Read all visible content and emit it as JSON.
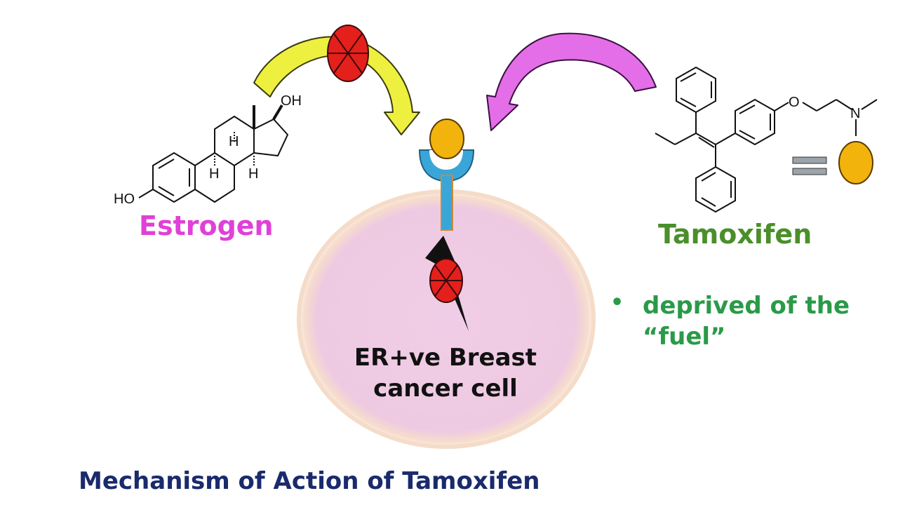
{
  "colors": {
    "estrogen": "#e040d8",
    "tamoxifen": "#4a8f2a",
    "bullet_text": "#2a9a48",
    "title": "#1a2a6c",
    "cell_fill": "#f0cde6",
    "cell_rim": "#f6dccc",
    "receptor": "#3aa6d8",
    "ligand": "#f2b40c",
    "block": "#e4201c",
    "arrow_yellow": "#eef040",
    "arrow_magenta": "#e36ee8"
  },
  "labels": {
    "estrogen": "Estrogen",
    "tamoxifen": "Tamoxifen",
    "cell_line1": "ER+ve Breast",
    "cell_line2": "cancer cell",
    "bullet_symbol": "•",
    "bullet_line1": "deprived of the",
    "bullet_line2": "“fuel”",
    "title": "Mechanism of Action of Tamoxifen"
  },
  "estrogen_structure": {
    "oh_top": "OH",
    "ho_left": "HO",
    "h_labels": [
      "H",
      "H",
      "H"
    ]
  },
  "tamoxifen_structure": {
    "oxygen": "O",
    "nitrogen": "N"
  },
  "icons": [
    "blocked-x-icon",
    "equivalence-sign-icon",
    "ligand-circle-icon"
  ]
}
